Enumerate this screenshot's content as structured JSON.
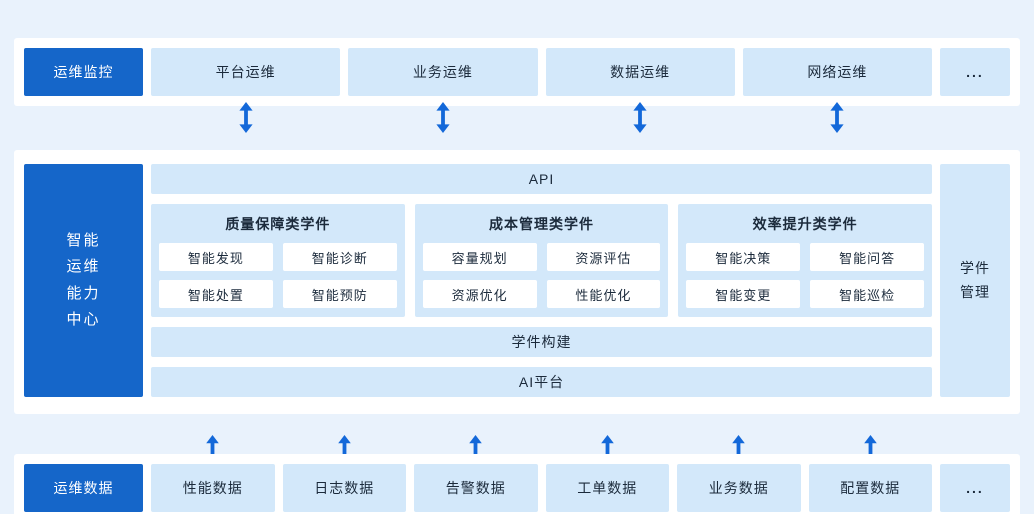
{
  "palette": {
    "page_bg": "#e9f2fc",
    "band_bg": "#ffffff",
    "box_bg": "#d3e8fa",
    "accent": "#1566c9",
    "arrow": "#1368d9",
    "text_dark": "#1b2a3b",
    "text_light": "#ffffff"
  },
  "monitor_row": {
    "label": "运维监控",
    "items": [
      "平台运维",
      "业务运维",
      "数据运维",
      "网络运维"
    ],
    "more": "..."
  },
  "center": {
    "label": "智能\n运维\n能力\n中心",
    "api_bar": "API",
    "groups": [
      {
        "title": "质量保障类学件",
        "items": [
          "智能发现",
          "智能诊断",
          "智能处置",
          "智能预防"
        ]
      },
      {
        "title": "成本管理类学件",
        "items": [
          "容量规划",
          "资源评估",
          "资源优化",
          "性能优化"
        ]
      },
      {
        "title": "效率提升类学件",
        "items": [
          "智能决策",
          "智能问答",
          "智能变更",
          "智能巡检"
        ]
      }
    ],
    "build_bar": "学件构建",
    "ai_bar": "AI平台",
    "right_label": "学件\n管理"
  },
  "data_row": {
    "label": "运维数据",
    "items": [
      "性能数据",
      "日志数据",
      "告警数据",
      "工单数据",
      "业务数据",
      "配置数据"
    ],
    "more": "..."
  }
}
